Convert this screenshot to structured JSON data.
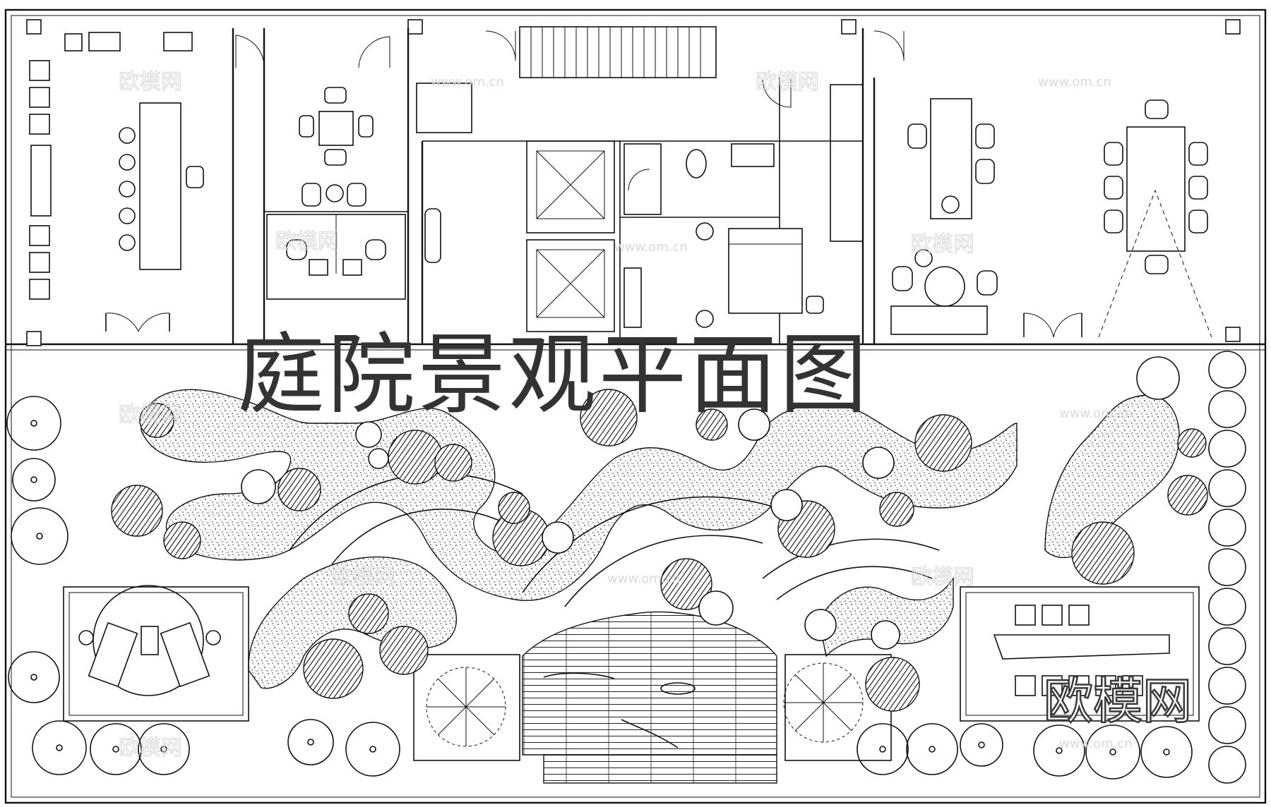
{
  "title": "庭院景观平面图",
  "brand": "欧模网",
  "watermark": {
    "text": "欧模网",
    "url": "www.om.cn"
  },
  "colors": {
    "line": "#111111",
    "title": "#333333",
    "watermark": "#d8d8d8",
    "background": "#ffffff"
  }
}
